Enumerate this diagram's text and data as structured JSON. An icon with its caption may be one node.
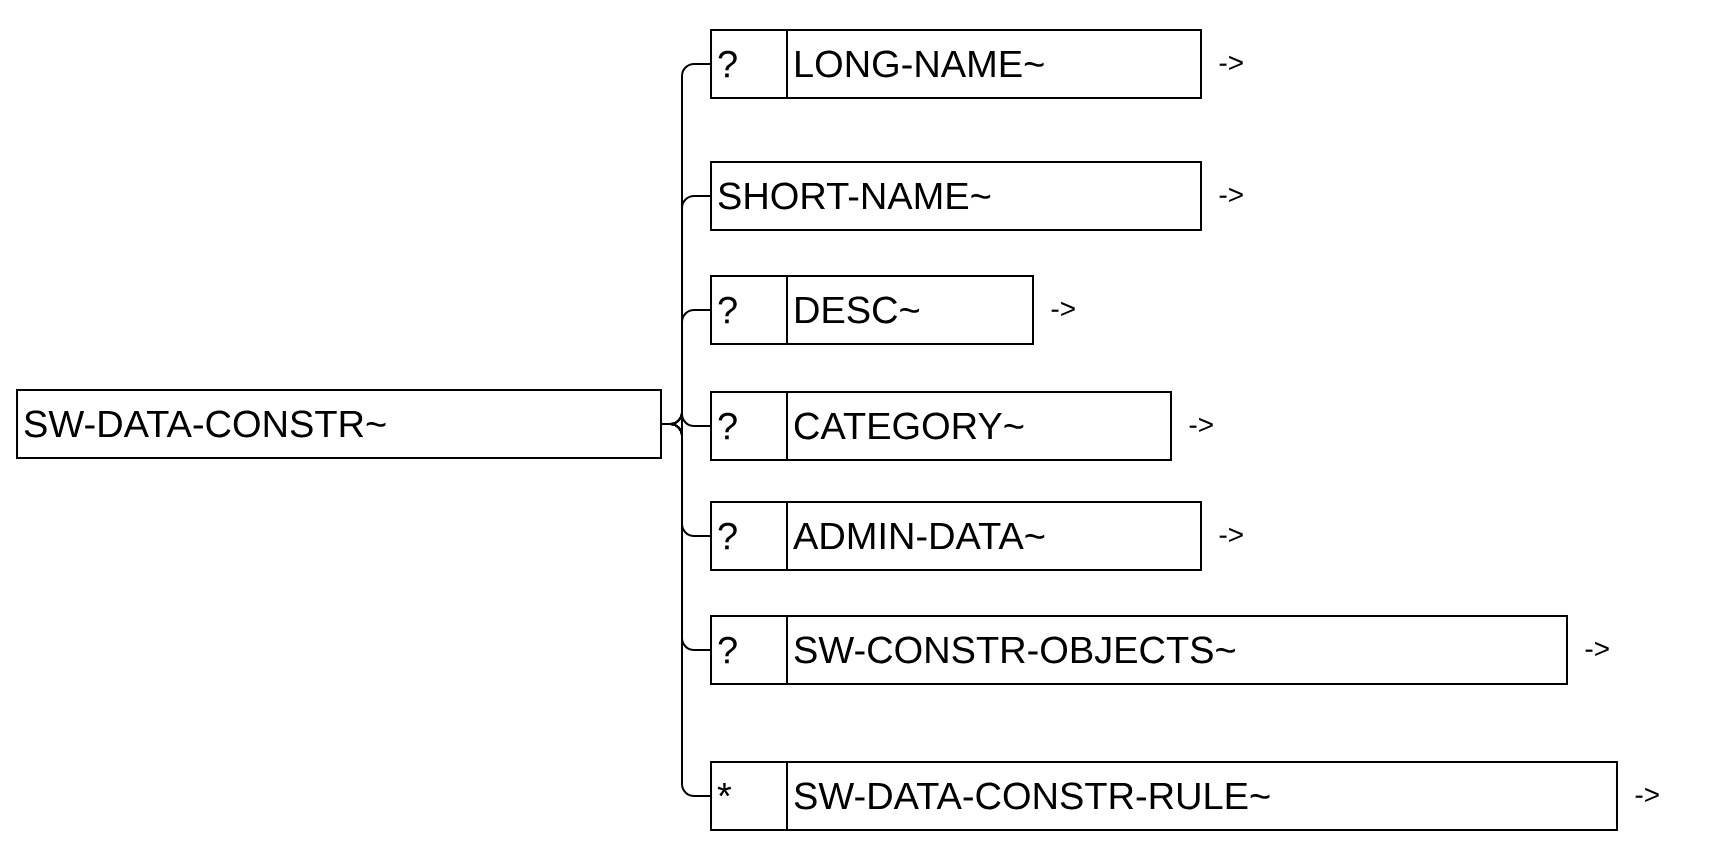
{
  "diagram": {
    "nodes": [
      {
        "text": [
          "SW-DATA-CONSTR~"
        ]
      },
      {
        "text": [
          "?"
        ]
      },
      {
        "text": [
          "LONG-NAME~"
        ],
        "beside": [
          "->"
        ]
      },
      {
        "text": [
          "SHORT-NAME~"
        ],
        "beside": [
          "->"
        ]
      },
      {
        "text": [
          "?"
        ]
      },
      {
        "text": [
          "DESC~"
        ],
        "beside": [
          "->"
        ]
      },
      {
        "text": [
          "?"
        ]
      },
      {
        "text": [
          "CATEGORY~"
        ],
        "beside": [
          "->"
        ]
      },
      {
        "text": [
          "?"
        ]
      },
      {
        "text": [
          "ADMIN-DATA~"
        ],
        "beside": [
          "->"
        ]
      },
      {
        "text": [
          "?"
        ]
      },
      {
        "text": [
          "SW-CONSTR-OBJECTS~"
        ],
        "beside": [
          "->"
        ]
      },
      {
        "text": [
          "*"
        ]
      },
      {
        "text": [
          "SW-DATA-CONSTR-RULE~"
        ],
        "beside": [
          "->"
        ]
      }
    ],
    "edges": [
      {
        "from": 0,
        "to": 1,
        "arrow": "none"
      },
      {
        "from": 0,
        "to": 3,
        "arrow": "none"
      },
      {
        "from": 0,
        "to": 4,
        "arrow": "none"
      },
      {
        "from": 0,
        "to": 6,
        "arrow": "none"
      },
      {
        "from": 0,
        "to": 8,
        "arrow": "none"
      },
      {
        "from": 0,
        "to": 10,
        "arrow": "none"
      },
      {
        "from": 0,
        "to": 12,
        "arrow": "none"
      }
    ]
  }
}
